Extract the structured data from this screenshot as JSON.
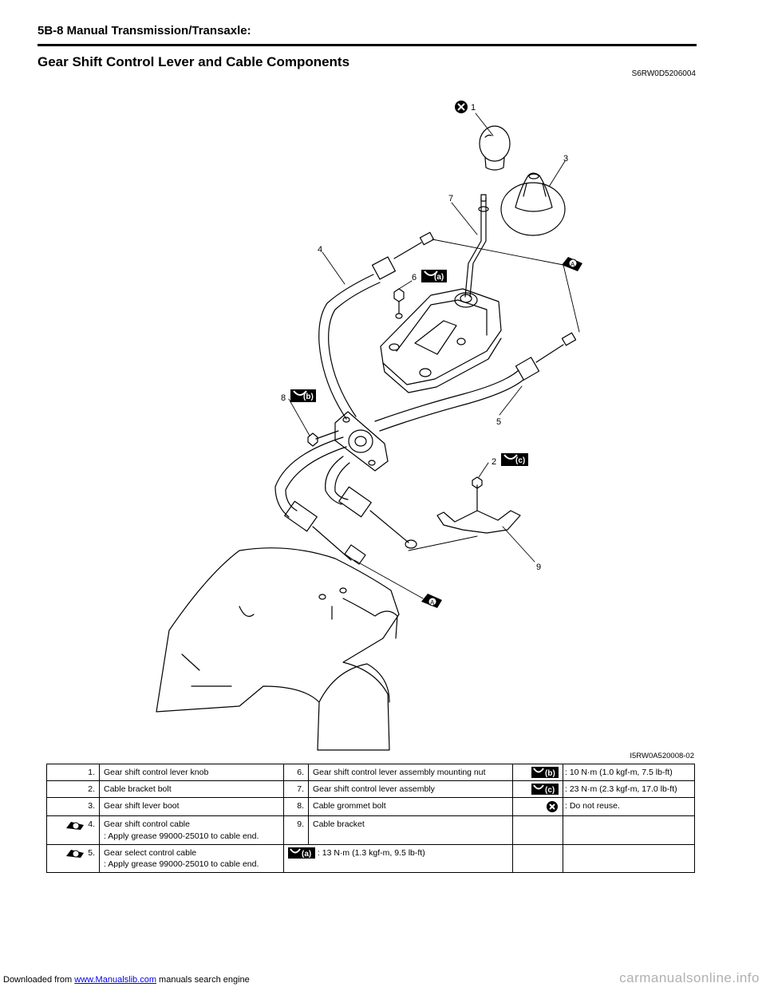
{
  "header": {
    "page_title": "5B-8   Manual Transmission/Transaxle:"
  },
  "section": {
    "title": "Gear Shift Control Lever and Cable Components",
    "code": "S6RW0D5206004"
  },
  "figure": {
    "id": "I5RW0A520008-02",
    "callouts": {
      "c1": "1",
      "c2": "2",
      "c3": "3",
      "c4": "4",
      "c5": "5",
      "c6": "6",
      "c7": "7",
      "c8": "8",
      "c9": "9"
    },
    "badges": {
      "a": "(a)",
      "b": "(b)",
      "c": "(c)",
      "grease": "A"
    }
  },
  "legend": {
    "rows": [
      {
        "c1": "1.",
        "c2": "Gear shift control lever knob",
        "c3": "6.",
        "c4": "Gear shift control lever assembly mounting nut",
        "sym": "(b)",
        "note": ":   10 N·m (1.0 kgf-m, 7.5 lb-ft)"
      },
      {
        "c1": "2.",
        "c2": "Cable bracket bolt",
        "c3": "7.",
        "c4": "Gear shift control lever assembly",
        "sym": "(c)",
        "note": ":   23 N·m (2.3 kgf-m, 17.0 lb-ft)"
      },
      {
        "c1": "3.",
        "c2": "Gear shift lever boot",
        "c3": "8.",
        "c4": "Cable grommet bolt",
        "note": ":   Do not reuse."
      },
      {
        "c1": "4.",
        "c2": "Gear shift control cable",
        "c2b": ": Apply grease 99000-25010 to cable end.",
        "c3": "9.",
        "c4": "Cable bracket"
      },
      {
        "c1": "5.",
        "c2": "Gear select control cable",
        "c2b": ": Apply grease 99000-25010 to cable end.",
        "sym": "(a)",
        "note": ":   13 N·m (1.3 kgf-m, 9.5 lb-ft)"
      }
    ]
  },
  "footer": {
    "prefix": "Downloaded from ",
    "link": "www.Manualslib.com",
    "suffix": " manuals search engine",
    "watermark": "carmanualsonline.info"
  }
}
